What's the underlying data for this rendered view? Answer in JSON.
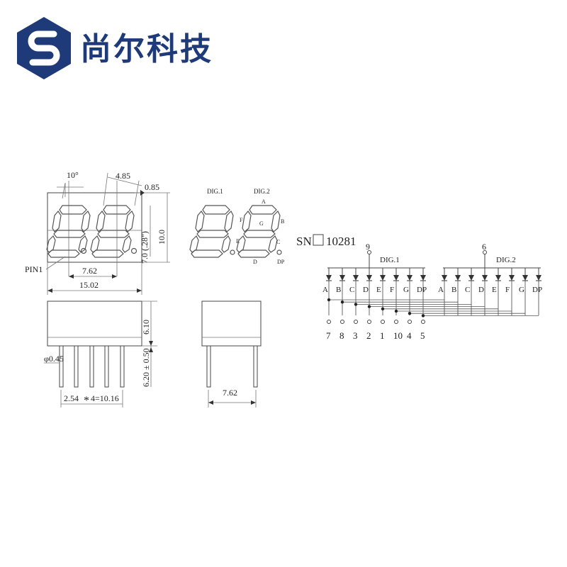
{
  "brand": {
    "name": "尚尔科技",
    "color": "#1e3a78"
  },
  "front_view": {
    "angle": "10°",
    "segment_width": "4.85",
    "segment_thickness": "0.85",
    "digit_height": "7.0 (.28\")",
    "body_height": "10.0",
    "pin_label": "PIN1",
    "digit_pitch": "7.62",
    "body_width": "15.02"
  },
  "side_view": {
    "body_thickness": "6.10",
    "pin_length": "6.20 ± 0.50",
    "pin_diameter": "φ0.45",
    "pin_span": "2.54",
    "pin_span_mult": "4=10.16"
  },
  "end_view": {
    "width": "7.62"
  },
  "segment_legend": {
    "dig1": "DIG.1",
    "dig2": "DIG.2",
    "labels": [
      "A",
      "B",
      "C",
      "D",
      "E",
      "F",
      "G",
      "DP"
    ]
  },
  "schematic": {
    "part_prefix": "SN",
    "part_number": "10281",
    "common_pins": [
      "9",
      "6"
    ],
    "dig1": "DIG.1",
    "dig2": "DIG.2",
    "segments": [
      "A",
      "B",
      "C",
      "D",
      "E",
      "F",
      "G",
      "DP"
    ],
    "pin_numbers": [
      "7",
      "8",
      "3",
      "2",
      "1",
      "10",
      "4",
      "5"
    ]
  }
}
